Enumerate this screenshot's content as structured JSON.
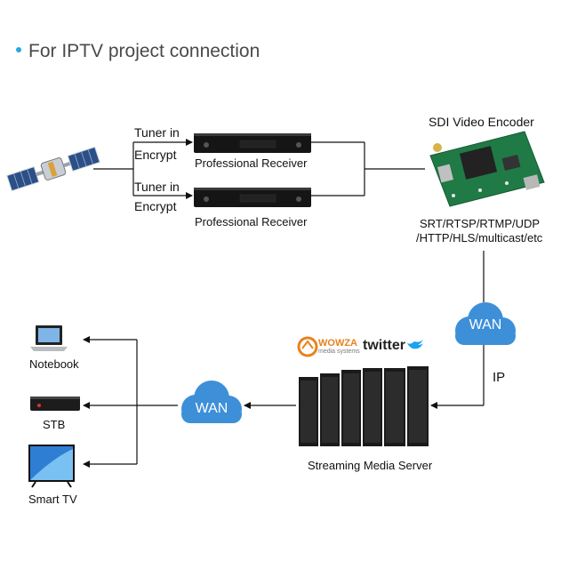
{
  "title": "For IPTV project connection",
  "tuner_top": {
    "line1": "Tuner in",
    "line2": "Encrypt"
  },
  "tuner_bottom": {
    "line1": "Tuner in",
    "line2": "Encrypt"
  },
  "receiver_top_label": "Professional Receiver",
  "receiver_bottom_label": "Professional Receiver",
  "encoder_label": "SDI Video Encoder",
  "protocols": {
    "line1": "SRT/RTSP/RTMP/UDP",
    "line2": "/HTTP/HLS/multicast/etc"
  },
  "wan_right": "WAN",
  "wan_left": "WAN",
  "ip_label": "IP",
  "server_label": "Streaming Media Server",
  "logos": {
    "wowza": "WOWZA",
    "wowza_sub": "media systems",
    "twitter": "twitter"
  },
  "devices": {
    "notebook": "Notebook",
    "stb": "STB",
    "smart_tv": "Smart TV"
  },
  "colors": {
    "cloud": "#3d8fd8",
    "accent_dot": "#2aa6df",
    "pcb": "#1f7a46",
    "wowza": "#e8821e",
    "twitter": "#1da1f2"
  }
}
